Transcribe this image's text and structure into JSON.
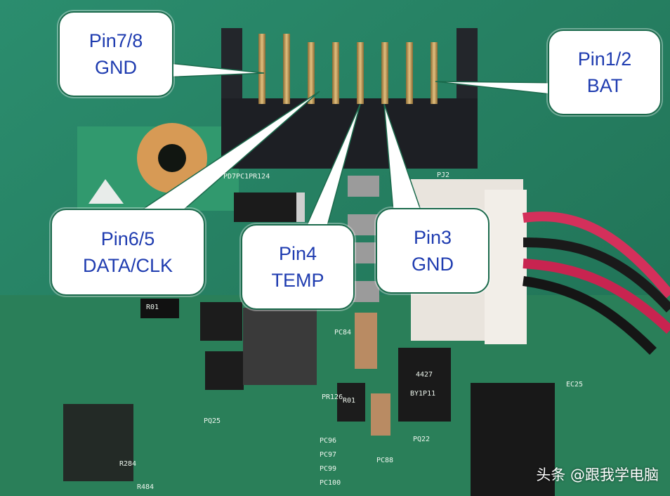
{
  "callouts": {
    "pin78": {
      "line1": "Pin7/8",
      "line2": "GND"
    },
    "pin12": {
      "line1": "Pin1/2",
      "line2": "BAT"
    },
    "pin65": {
      "line1": "Pin6/5",
      "line2": "DATA/CLK"
    },
    "pin4": {
      "line1": "Pin4",
      "line2": "TEMP"
    },
    "pin3": {
      "line1": "Pin3",
      "line2": "GND"
    }
  },
  "board_labels": {
    "header_label": "PD7PC1PR124",
    "pj": "PJ2",
    "ec25": "EC25",
    "r01a": "R01",
    "r01b": "R01",
    "chip_top": "4427",
    "chip_bottom": "BY1P11",
    "pc84": "PC84",
    "pr126": "PR126",
    "pq25": "PQ25",
    "pq22": "PQ22",
    "pc96": "PC96",
    "pc97": "PC97",
    "pc99": "PC99",
    "pc100": "PC100",
    "r484": "R484",
    "r284": "R284",
    "pc88": "PC88"
  },
  "watermark": "头条 @跟我学电脑",
  "colors": {
    "callout_text": "#1f3cb0",
    "pcb_green": "#2f8a6a",
    "connector_black": "#1d1f24",
    "pin_gold": "#c9a15a"
  }
}
